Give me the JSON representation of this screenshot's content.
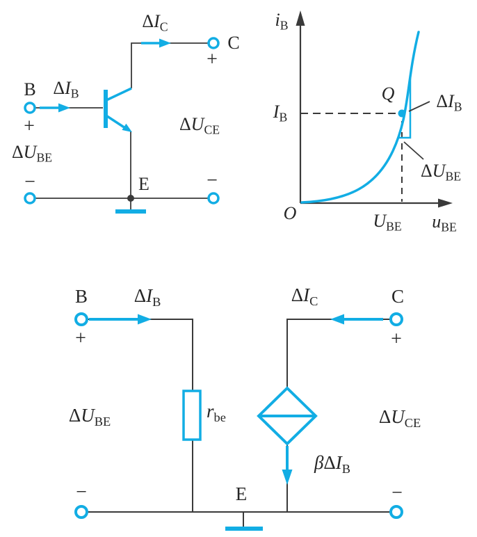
{
  "colors": {
    "accent": "#12ade4",
    "ink": "#3a3a3a",
    "text": "#262626"
  },
  "transistor_circuit": {
    "terminal_b": "B",
    "terminal_c": "C",
    "terminal_e": "E",
    "plus": "+",
    "minus": "−",
    "delta_i_b": {
      "delta": "Δ",
      "main": "I",
      "sub": "B"
    },
    "delta_i_c": {
      "delta": "Δ",
      "main": "I",
      "sub": "C"
    },
    "delta_u_be": {
      "delta": "Δ",
      "main": "U",
      "sub": "BE"
    },
    "delta_u_ce": {
      "delta": "Δ",
      "main": "U",
      "sub": "CE"
    }
  },
  "graph": {
    "y_axis_label": {
      "main": "i",
      "sub": "B"
    },
    "x_axis_label": {
      "main": "u",
      "sub": "BE"
    },
    "origin": "O",
    "q_point": "Q",
    "bias_current": {
      "main": "I",
      "sub": "B"
    },
    "bias_voltage": {
      "main": "U",
      "sub": "BE"
    },
    "delta_i_b": {
      "delta": "Δ",
      "main": "I",
      "sub": "B"
    },
    "delta_u_be": {
      "delta": "Δ",
      "main": "U",
      "sub": "BE"
    },
    "curve_type": "exponential input characteristic i_B vs u_BE with Q operating point"
  },
  "equivalent_circuit": {
    "terminal_b": "B",
    "terminal_c": "C",
    "terminal_e": "E",
    "plus": "+",
    "minus": "−",
    "delta_i_b": {
      "delta": "Δ",
      "main": "I",
      "sub": "B"
    },
    "delta_i_c": {
      "delta": "Δ",
      "main": "I",
      "sub": "C"
    },
    "delta_u_be": {
      "delta": "Δ",
      "main": "U",
      "sub": "BE"
    },
    "delta_u_ce": {
      "delta": "Δ",
      "main": "U",
      "sub": "CE"
    },
    "r_be": {
      "main": "r",
      "sub": "be"
    },
    "beta_delta_i_b": {
      "beta": "β",
      "delta": "Δ",
      "main": "I",
      "sub": "B"
    }
  }
}
